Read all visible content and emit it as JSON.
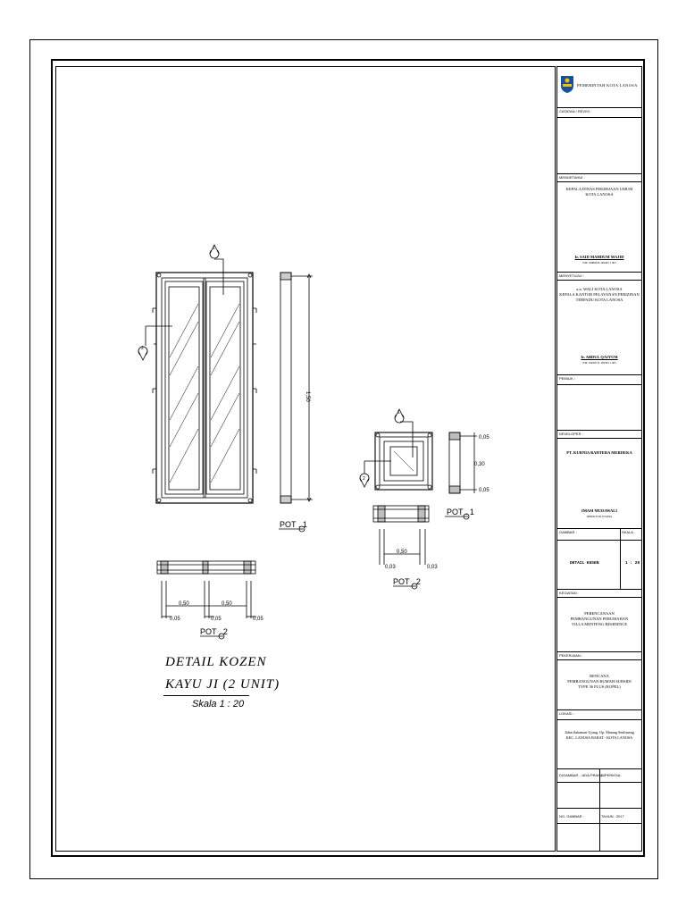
{
  "drawing": {
    "title_line1": "DETAIL  KOZEN",
    "title_line2": "KAYU JI (2 UNIT)",
    "scale_note": "Skala 1 : 20",
    "cut_labels": {
      "pot1": "POT . 1",
      "pot2": "POT . 2"
    },
    "markers": {
      "one": "1",
      "two": "2"
    },
    "dims": {
      "height_150": "1,50",
      "d050": "0,50",
      "d005": "0,05",
      "d030": "0,30",
      "d003": "0,03"
    }
  },
  "titleblock": {
    "agency": "PEMERINTAH KOTA LANOSA",
    "catatan_label": "CATATAN / REVISI :",
    "mengetahui_label": "MENGETAHUI :",
    "mengetahui_text": "KEPALA DINAS PEKERJAAN UMUM\nKOTA LANOSA",
    "mengetahui_name": "Ir. SAID MAHDUM MAJID",
    "mengetahui_nip": "NIP. 19680226 199403 1 003",
    "menyetujui_label": "MENYETUJUI :",
    "menyetujui_text": "a.n. WALI KOTA LANOSA\nKEPALA KANTOR PELAYANAN PERIZINAN\nTERPADU KOTA LANOSA",
    "menyetujui_name": "Ir. ABDUL QAIYUM",
    "menyetujui_nip": "NIP. 19630712 199303 1 005",
    "pemilik_label": "PEMILIK :",
    "developer_label": "DEVELOPER :",
    "developer_name": "PT. KURNIA BAHTERA MERDEKA",
    "director_name": "IMAM MUDAWALI",
    "director_title": "DIREKTUR UTAMA",
    "gambar_label": "GAMBAR :",
    "skala_label": "SKALA :",
    "gambar_value": "DETAIL KUSEN",
    "skala_value": "1 : 20",
    "kegiatan_label": "KEGIATAN :",
    "kegiatan_text": "PERENCANAAN\nPEMBANGUNAN PERUMAHAN\nVILLA MENTENG RESIDENCE",
    "pekerjaan_label": "PEKERJAAN :",
    "pekerjaan_text": "RENCANA\nPEMBANGUNAN RUMAH SUBSIDI\nTYPE 36 PLUS (KOPEL)",
    "lokasi_label": "LOKASI :",
    "lokasi_text": "Jalan Sukaman Ujung, Op. Matang Seulimeng\nKEC. LANOSA BARAT - KOTA LANOSA",
    "digambar_label": "DIGAMBAR : JAYA PRANA",
    "diperiksa_label": "DIPERIKSA :",
    "no_gambar_label": "NO. GAMBAR :",
    "tahun_label": "TAHUN : 2017"
  }
}
